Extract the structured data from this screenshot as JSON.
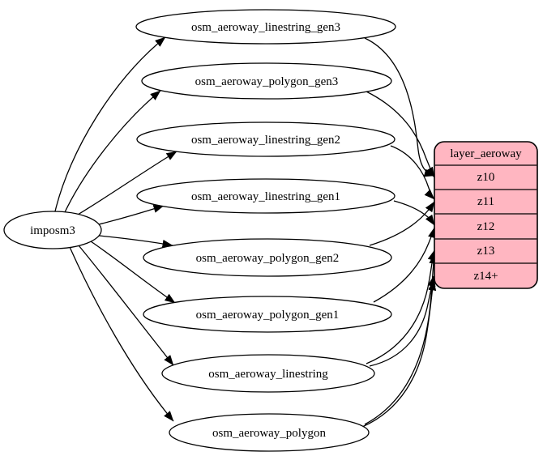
{
  "diagram": {
    "type": "etl-graph",
    "background_color": "#ffffff",
    "edge_color": "#000000",
    "table_fill_color": "#ffffff",
    "source_node": {
      "id": "imposm3",
      "label": "imposm3"
    },
    "table_nodes": [
      {
        "id": "osm_aeroway_linestring_gen3",
        "label": "osm_aeroway_linestring_gen3"
      },
      {
        "id": "osm_aeroway_polygon_gen3",
        "label": "osm_aeroway_polygon_gen3"
      },
      {
        "id": "osm_aeroway_linestring_gen2",
        "label": "osm_aeroway_linestring_gen2"
      },
      {
        "id": "osm_aeroway_linestring_gen1",
        "label": "osm_aeroway_linestring_gen1"
      },
      {
        "id": "osm_aeroway_polygon_gen2",
        "label": "osm_aeroway_polygon_gen2"
      },
      {
        "id": "osm_aeroway_polygon_gen1",
        "label": "osm_aeroway_polygon_gen1"
      },
      {
        "id": "osm_aeroway_linestring",
        "label": "osm_aeroway_linestring"
      },
      {
        "id": "osm_aeroway_polygon",
        "label": "osm_aeroway_polygon"
      }
    ],
    "layer_node": {
      "id": "layer_aeroway",
      "title": "layer_aeroway",
      "rows": [
        "z10",
        "z11",
        "z12",
        "z13",
        "z14+"
      ],
      "fill_color": "#ffb6c1",
      "border_color": "#000000"
    },
    "edges": {
      "from_source": [
        "osm_aeroway_linestring_gen3",
        "osm_aeroway_polygon_gen3",
        "osm_aeroway_linestring_gen2",
        "osm_aeroway_linestring_gen1",
        "osm_aeroway_polygon_gen2",
        "osm_aeroway_polygon_gen1",
        "osm_aeroway_linestring",
        "osm_aeroway_polygon"
      ],
      "table_to_layer": [
        {
          "from": "osm_aeroway_linestring_gen3",
          "to": "z10"
        },
        {
          "from": "osm_aeroway_polygon_gen3",
          "to": "z10"
        },
        {
          "from": "osm_aeroway_linestring_gen2",
          "to": "z11"
        },
        {
          "from": "osm_aeroway_polygon_gen2",
          "to": "z11"
        },
        {
          "from": "osm_aeroway_linestring_gen1",
          "to": "z12"
        },
        {
          "from": "osm_aeroway_polygon_gen1",
          "to": "z12"
        },
        {
          "from": "osm_aeroway_linestring",
          "to": "z13"
        },
        {
          "from": "osm_aeroway_linestring",
          "to": "z14+"
        },
        {
          "from": "osm_aeroway_polygon",
          "to": "z13"
        },
        {
          "from": "osm_aeroway_polygon",
          "to": "z14+"
        }
      ]
    }
  }
}
